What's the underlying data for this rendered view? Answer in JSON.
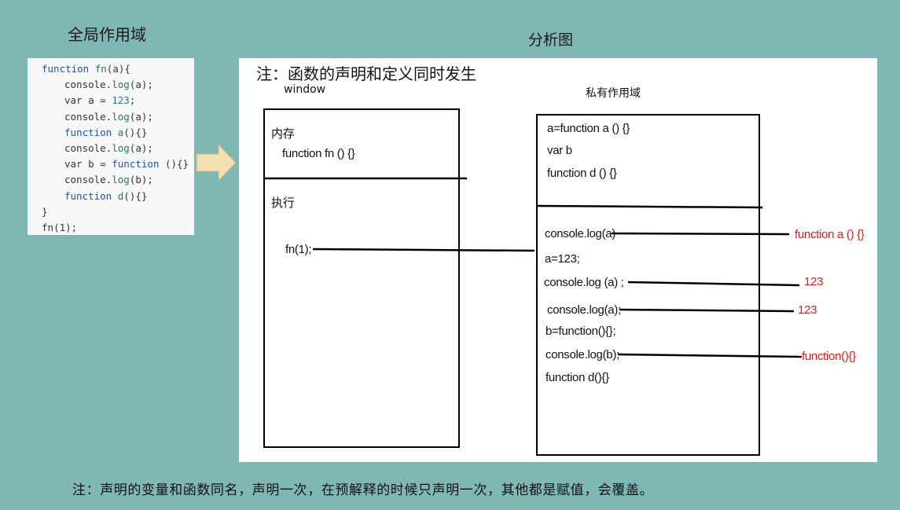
{
  "titles": {
    "global_scope": "全局作用域",
    "analysis": "分析图"
  },
  "code": [
    {
      "indent": 0,
      "parts": [
        {
          "t": "function ",
          "c": "#1f4fbf"
        },
        {
          "t": "fn",
          "c": "#2a7a4a"
        },
        {
          "t": "(a){",
          "c": "#333"
        }
      ]
    },
    {
      "indent": 1,
      "parts": [
        {
          "t": "console.",
          "c": "#333"
        },
        {
          "t": "log",
          "c": "#2a7a4a"
        },
        {
          "t": "(a);",
          "c": "#333"
        }
      ]
    },
    {
      "indent": 1,
      "parts": [
        {
          "t": "var a = ",
          "c": "#333"
        },
        {
          "t": "123",
          "c": "#1a7d8a"
        },
        {
          "t": ";",
          "c": "#333"
        }
      ]
    },
    {
      "indent": 1,
      "parts": [
        {
          "t": "console.",
          "c": "#333"
        },
        {
          "t": "log",
          "c": "#2a7a4a"
        },
        {
          "t": "(a);",
          "c": "#333"
        }
      ]
    },
    {
      "indent": 1,
      "parts": [
        {
          "t": "function ",
          "c": "#1f4fbf"
        },
        {
          "t": "a",
          "c": "#2a7a4a"
        },
        {
          "t": "(){}",
          "c": "#333"
        }
      ]
    },
    {
      "indent": 1,
      "parts": [
        {
          "t": "console.",
          "c": "#333"
        },
        {
          "t": "log",
          "c": "#2a7a4a"
        },
        {
          "t": "(a);",
          "c": "#333"
        }
      ]
    },
    {
      "indent": 1,
      "parts": [
        {
          "t": "var b = ",
          "c": "#333"
        },
        {
          "t": "function ",
          "c": "#1f4fbf"
        },
        {
          "t": "(){}",
          "c": "#333"
        }
      ]
    },
    {
      "indent": 1,
      "parts": [
        {
          "t": "console.",
          "c": "#333"
        },
        {
          "t": "log",
          "c": "#2a7a4a"
        },
        {
          "t": "(b);",
          "c": "#333"
        }
      ]
    },
    {
      "indent": 1,
      "parts": [
        {
          "t": "function ",
          "c": "#1f4fbf"
        },
        {
          "t": "d",
          "c": "#2a7a4a"
        },
        {
          "t": "(){}",
          "c": "#333"
        }
      ]
    },
    {
      "indent": 0,
      "parts": [
        {
          "t": "}",
          "c": "#333"
        }
      ]
    },
    {
      "indent": 0,
      "parts": [
        {
          "t": "fn",
          "c": "#333"
        },
        {
          "t": "(1);",
          "c": "#333"
        }
      ]
    }
  ],
  "diagram": {
    "note_top": "注：函数的声明和定义同时发生",
    "window_label": "window",
    "private_label": "私有作用域",
    "window_box": {
      "memory_label": "内存",
      "memory_item": "function fn () {}",
      "exec_label": "执行",
      "exec_item": "fn(1);"
    },
    "private_box": {
      "memory_items": [
        "a=function a () {}",
        "var b",
        "function d () {}"
      ],
      "exec_items": [
        "console.log(a)",
        "a=123;",
        "console.log (a) ;",
        "console.log(a);",
        "b=function(){};",
        "console.log(b);",
        "function d(){}"
      ],
      "outputs": [
        "function a () {}",
        "123",
        "123",
        "function(){}"
      ]
    }
  },
  "bottom_note": "注：声明的变量和函数同名，声明一次，在预解释的时候只声明一次，其他都是赋值，会覆盖。"
}
